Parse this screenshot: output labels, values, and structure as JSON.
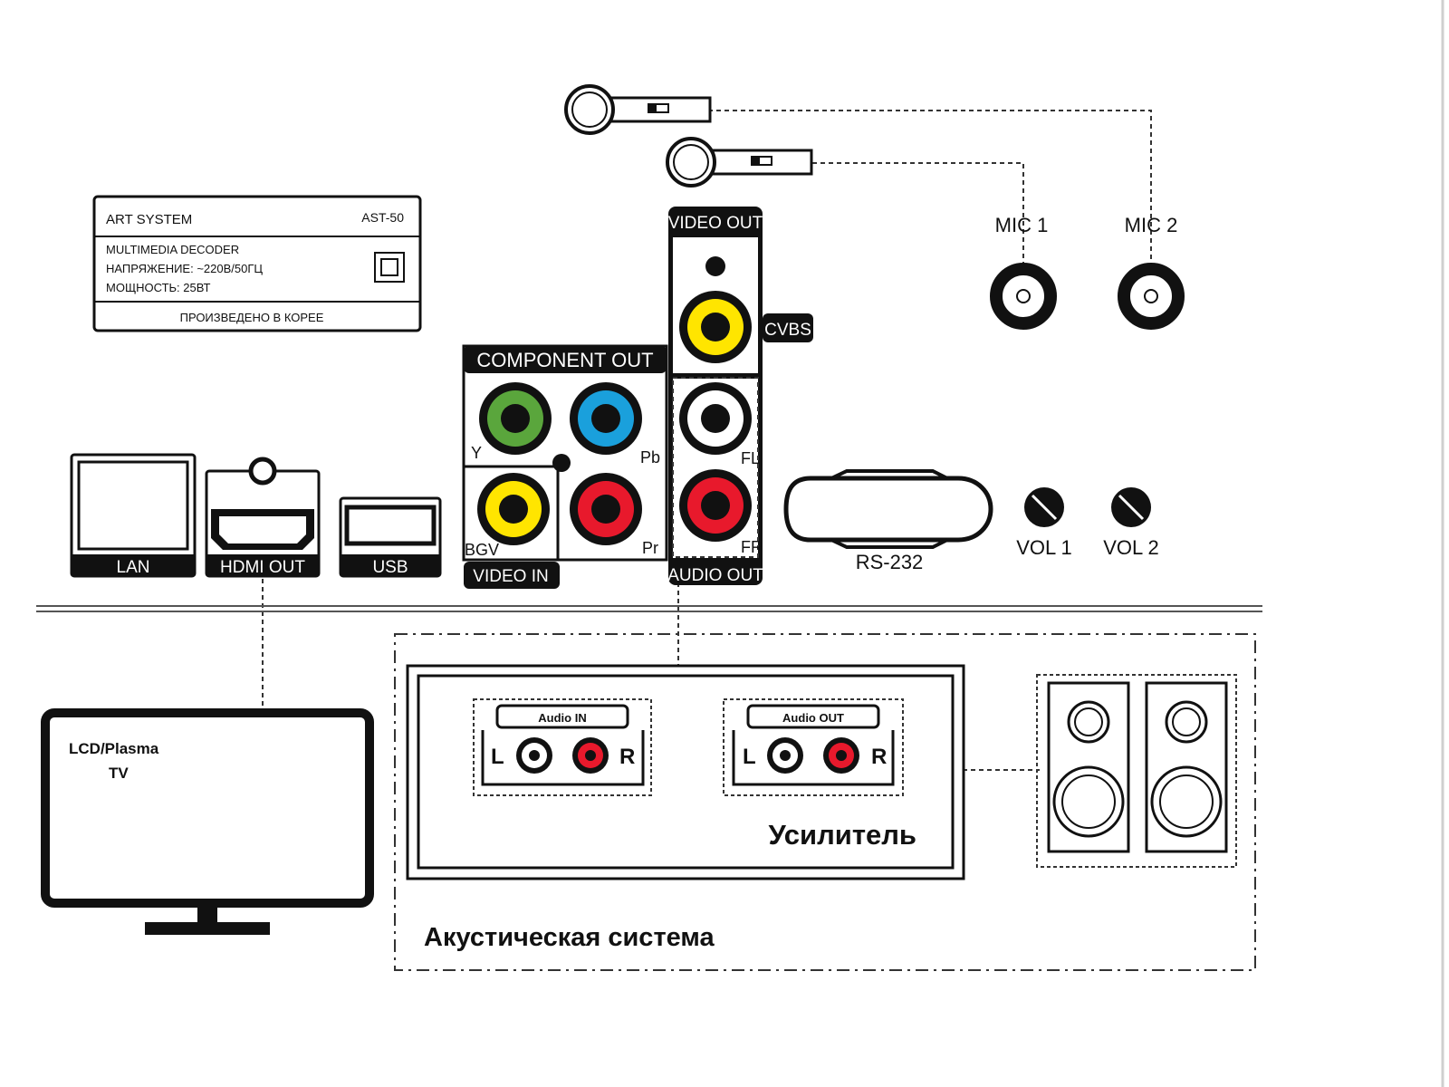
{
  "colors": {
    "ink": "#111111",
    "green": "#5aa63c",
    "blue": "#1aa0dc",
    "red": "#e8192c",
    "yellow": "#ffe500",
    "white": "#ffffff",
    "edge": "#bfbfbf"
  },
  "label_plate": {
    "brand": "ART SYSTEM",
    "model": "AST-50",
    "line1": "MULTIMEDIA DECODER",
    "line2": "НАПРЯЖЕНИЕ:  ~220В/50ГЦ",
    "line3": "МОЩНОСТЬ:  25ВТ",
    "footer": "ПРОИЗВЕДЕНО В КОРЕЕ"
  },
  "ports": {
    "lan": "LAN",
    "hdmi": "HDMI OUT",
    "usb": "USB",
    "component_out": "COMPONENT OUT",
    "y": "Y",
    "pb": "Pb",
    "pr": "Pr",
    "bgv": "BGV",
    "video_in": "VIDEO IN",
    "video_out": "VIDEO OUT",
    "cvbs": "CVBS",
    "fl": "FL",
    "fr": "FR",
    "audio_out": "AUDIO OUT",
    "rs232": "RS-232",
    "vol1": "VOL 1",
    "vol2": "VOL 2",
    "mic1": "MIC 1",
    "mic2": "MIC 2"
  },
  "tv": {
    "line1": "LCD/Plasma",
    "line2": "TV"
  },
  "amplifier": {
    "audio_in": "Audio IN",
    "audio_out": "Audio OUT",
    "left": "L",
    "right": "R",
    "title": "Усилитель"
  },
  "acoustic_system": {
    "title": "Акустическая система"
  }
}
